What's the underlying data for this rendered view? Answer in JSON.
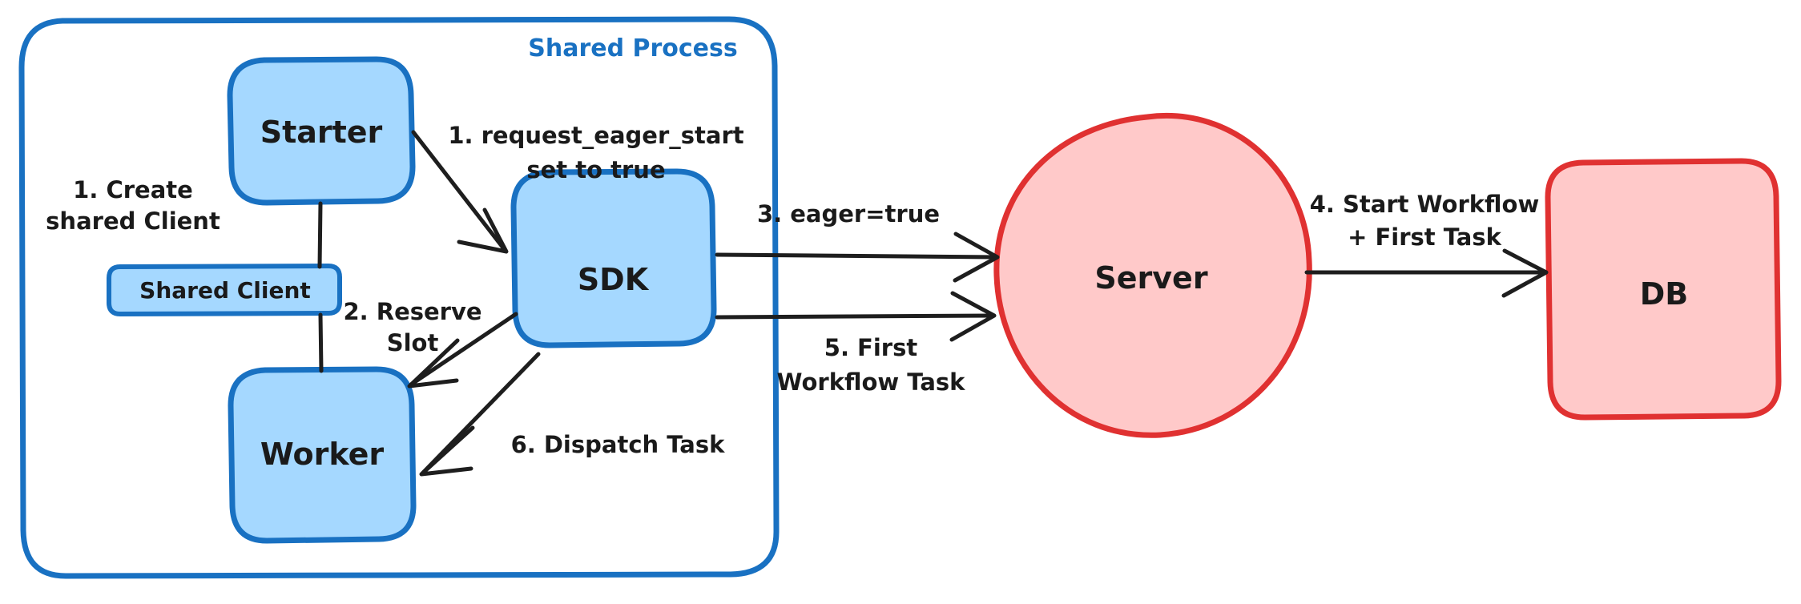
{
  "diagram": {
    "title": "Eager Workflow Start flow",
    "colors": {
      "blue_fill": "#a5d8ff",
      "blue_stroke": "#1971c2",
      "red_fill": "#ffc9c9",
      "red_stroke": "#e03131",
      "ink": "#1e1e1e",
      "background": "#ffffff"
    },
    "group": {
      "label": "Shared Process"
    },
    "nodes": {
      "starter": "Starter",
      "shared_client": "Shared Client",
      "worker": "Worker",
      "sdk": "SDK",
      "server": "Server",
      "db": "DB"
    },
    "edges": [
      {
        "id": "create-shared-client",
        "label_line1": "1. Create",
        "label_line2": "shared Client"
      },
      {
        "id": "request-eager-start",
        "label_line1": "1. request_eager_start",
        "label_line2": "set to true"
      },
      {
        "id": "reserve-slot",
        "label_line1": "2. Reserve",
        "label_line2": "Slot"
      },
      {
        "id": "eager-true",
        "label_line1": "3. eager=true",
        "label_line2": ""
      },
      {
        "id": "start-workflow",
        "label_line1": "4. Start Workflow",
        "label_line2": "+ First Task"
      },
      {
        "id": "first-workflow-task",
        "label_line1": "5. First",
        "label_line2": "Workflow Task"
      },
      {
        "id": "dispatch-task",
        "label_line1": "6. Dispatch Task",
        "label_line2": ""
      }
    ]
  }
}
